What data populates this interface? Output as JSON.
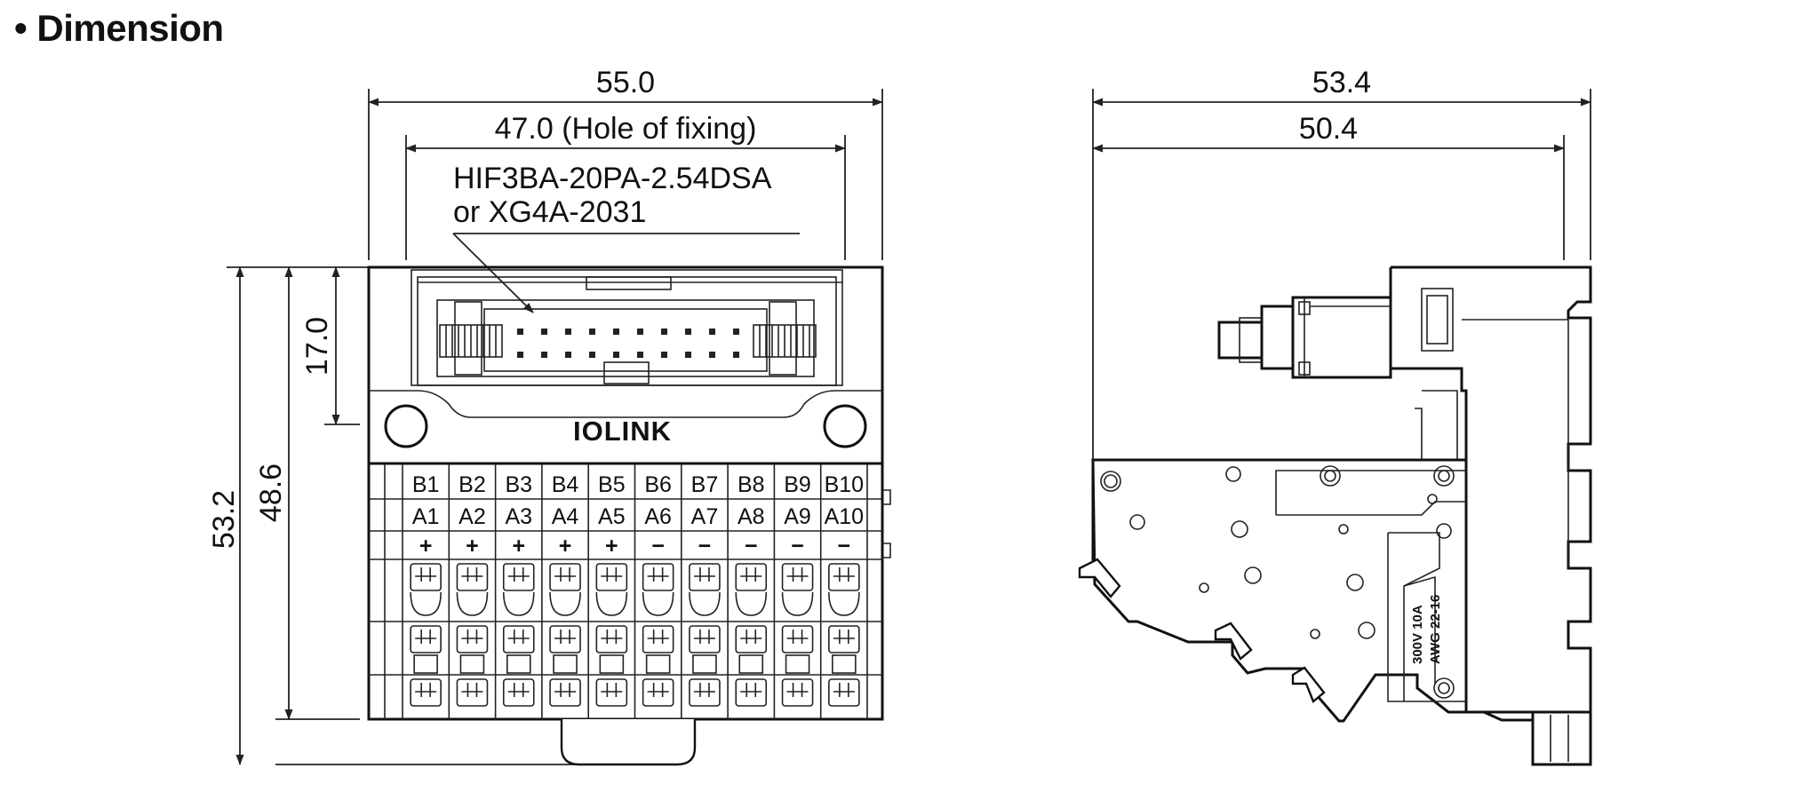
{
  "heading": "• Dimension",
  "front_view": {
    "dim_overall_width": "55.0",
    "dim_hole_fixing": "47.0 (Hole of fixing)",
    "dim_overall_height": "53.2",
    "dim_body_height": "48.6",
    "dim_connector_height": "17.0",
    "connector_label_line1": "HIF3BA-20PA-2.54DSA",
    "connector_label_line2": "or XG4A-2031",
    "brand_logo": "IOLINK",
    "terminals_b": [
      "B1",
      "B2",
      "B3",
      "B4",
      "B5",
      "B6",
      "B7",
      "B8",
      "B9",
      "B10"
    ],
    "terminals_a": [
      "A1",
      "A2",
      "A3",
      "A4",
      "A5",
      "A6",
      "A7",
      "A8",
      "A9",
      "A10"
    ],
    "polarity": [
      "+",
      "+",
      "+",
      "+",
      "+",
      "−",
      "−",
      "−",
      "−",
      "−"
    ]
  },
  "side_view": {
    "dim_overall_depth": "53.4",
    "dim_inner_depth": "50.4",
    "rating_line1": "300V  10A",
    "rating_line2": "AWG 22-16"
  }
}
